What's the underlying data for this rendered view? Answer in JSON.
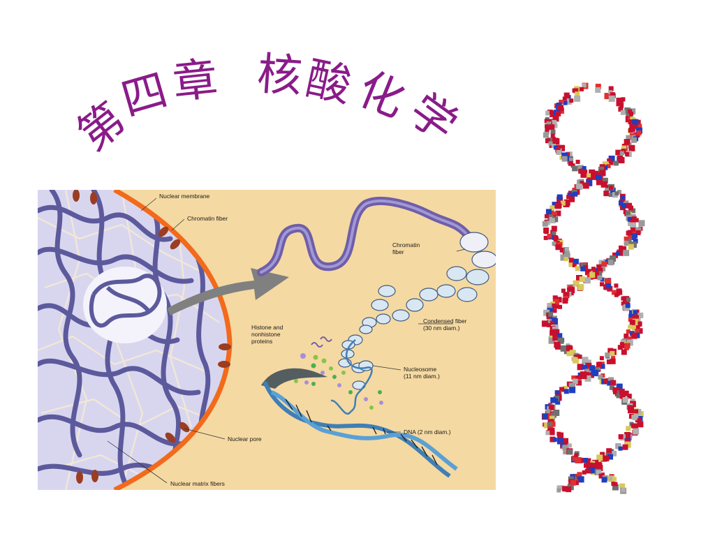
{
  "slide": {
    "title_chars": [
      "第",
      "四",
      "章",
      "核",
      "酸",
      "化",
      "学"
    ],
    "colors": {
      "title": "#8a1b89",
      "panel_bg": "#f5d9a2",
      "membrane": "#f26a1b",
      "chromatin": "#5c5a9c",
      "arrow": "#808080",
      "dna_blue": "#3f7fb5"
    }
  },
  "figure": {
    "labels": {
      "nuclear_membrane": "Nuclear membrane",
      "chromatin_fiber_1": "Chromatin fiber",
      "chromatin_fiber_2a": "Chromatin",
      "chromatin_fiber_2b": "fiber",
      "histone_1": "Histone and",
      "histone_2": "nonhistone",
      "histone_3": "proteins",
      "condensed_1": "Condensed fiber",
      "condensed_2": "(30 nm diam.)",
      "nucleosome_1": "Nucleosome",
      "nucleosome_2": "(11 nm diam.)",
      "dna": "DNA (2 nm diam.)",
      "nuclear_pore": "Nuclear pore",
      "matrix_fibers": "Nuclear matrix fibers"
    }
  }
}
